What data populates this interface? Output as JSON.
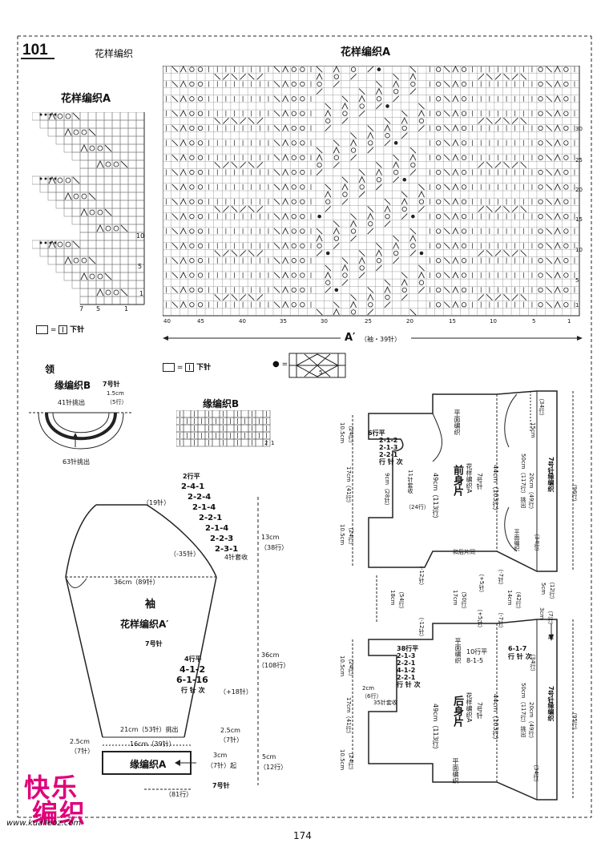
{
  "header": {
    "page_no": "101",
    "title": "花样编织",
    "chart_title": "花样编织A"
  },
  "left_chart": {
    "title": "花样编织A",
    "row_labels": [
      "10",
      "5",
      "1"
    ],
    "col_labels": [
      "7",
      "5",
      "1"
    ]
  },
  "main_chart": {
    "row_labels": [
      "30",
      "25",
      "20",
      "15",
      "10",
      "5",
      "1"
    ],
    "col_labels": [
      "40",
      "45",
      "40",
      "35",
      "30",
      "25",
      "20",
      "15",
      "10",
      "5",
      "1"
    ],
    "footer": "A′",
    "footer_note": "（袖・39针）"
  },
  "legend": {
    "eq": "=",
    "knit": "下针",
    "dot": "="
  },
  "collar": {
    "title": "领",
    "name": "缘编织B",
    "needle": "7号针",
    "pickup_top": "41针挑出",
    "height": "1.5cm",
    "height_rows": "（5行）",
    "pickup_bottom": "63针挑出"
  },
  "edge_b": {
    "title": "缘编织B",
    "labels": [
      "2",
      "1"
    ]
  },
  "sleeve": {
    "shaping_top": [
      "2行平",
      "2-4-1",
      "2-2-4",
      "2-1-4",
      "2-2-1",
      "2-1-4",
      "2-2-3",
      "2-3-1"
    ],
    "cast_off": "4针套收",
    "top_width": "（19针）",
    "cap_h": "13cm",
    "cap_rows": "（38行）",
    "dec": "（-35针）",
    "width": "36cm（89针）",
    "name": "袖",
    "pattern": "花样编织A′",
    "needle": "7号针",
    "inc_lines": [
      "4行平",
      "4-1-2",
      "6-1-16",
      "行 针 次"
    ],
    "inc": "（+18针）",
    "len": "36cm",
    "len_rows": "（108行）",
    "cuff_w": "21cm（53针）挑出",
    "cuff_inner": "16cm（39针）",
    "side_l": "2.5cm",
    "side_l_sts": "（7针）",
    "side_r": "2.5cm",
    "side_r_sts": "（7针）",
    "edge": "缘编织A",
    "edge_h": "3cm",
    "edge_start": "（7针）起",
    "cuff_h": "5cm",
    "cuff_rows": "（12行）",
    "bottom_rows": "（81行）",
    "bottom_needle": "7号针"
  },
  "front": {
    "name": "前身片",
    "pattern": "花样编织A",
    "needle": "7号针",
    "plain": "平面编织",
    "neck_lines": [
      "6行平",
      "2-1-2",
      "2-1-3",
      "2-2-1",
      "行 针 次"
    ],
    "neck_castoff": "11针套收",
    "neck_w": "9cm（28针）",
    "h1": "10.5cm",
    "h1_rows": "（24行）",
    "h2": "17cm（41行）",
    "h3": "10.5cm",
    "h3_rows": "（24行）",
    "body_h": "49cm（113行）",
    "body_h2": "44cm（103行）",
    "pickup": "50cm（117行）挑出",
    "pickup2": "20cm（49行）",
    "edge_h": "15cm",
    "edge_rows": "（34行）",
    "edge_rows2": "（34行）",
    "edge": "缘编织",
    "edge_needle": "7号针",
    "total_rows": "（96行）",
    "same_note": "和后片同",
    "dec_l": "（-12针）",
    "inc_l": "（+5针）",
    "dec_r": "（-7针）",
    "plain2": "平面编织"
  },
  "middle": {
    "h1": "18cm",
    "h1_rows": "（54行）",
    "h2": "17cm",
    "h2_rows": "（50行）",
    "inc": "（+5针）",
    "h3": "14cm",
    "h3_rows": "（42行）",
    "dec": "（-7针）",
    "h4": "5cm",
    "h4_rows": "（12行）",
    "dec2": "（-12针）",
    "inc2": "（+5针）",
    "dec3": "（-7针）",
    "start": "3cm",
    "start_rows": "（7行）",
    "start_note": "起"
  },
  "back": {
    "name": "后身片",
    "pattern": "花样编织A",
    "needle": "7号针",
    "plain": "平面编织",
    "plain_top": "平面编织",
    "neck_lines": [
      "38行平",
      "2-1-3",
      "2-2-1",
      "4-1-2",
      "2-2-1",
      "行 针 次"
    ],
    "center": "10行平",
    "center2": "8-1-5",
    "right_lines": [
      "6-1-7",
      "行 针 次"
    ],
    "h1": "10.5cm",
    "h1_rows": "（24行）",
    "h2": "2cm",
    "h2_rows": "（6行）",
    "castoff": "35针套收",
    "h3": "17cm（41行）",
    "h4": "10.5cm",
    "h4_rows": "（24行）",
    "body_h": "49cm（113行）",
    "body_h2": "44cm（103行）",
    "pickup": "50cm（117行）挑出",
    "pickup2": "20cm（49行）",
    "edge_rows": "（34行）",
    "edge_rows2": "（34行）",
    "edge": "缘编织",
    "edge_needle": "7号针",
    "total_rows": "（95行）",
    "plain_bottom": "平面编织"
  },
  "footer": {
    "page": "174",
    "logo_top": "快乐",
    "logo_bottom": "编织",
    "url": "www.kuailebz.com"
  },
  "colors": {
    "line": "#222222",
    "grid": "#777777",
    "logo": "#e0007a"
  }
}
